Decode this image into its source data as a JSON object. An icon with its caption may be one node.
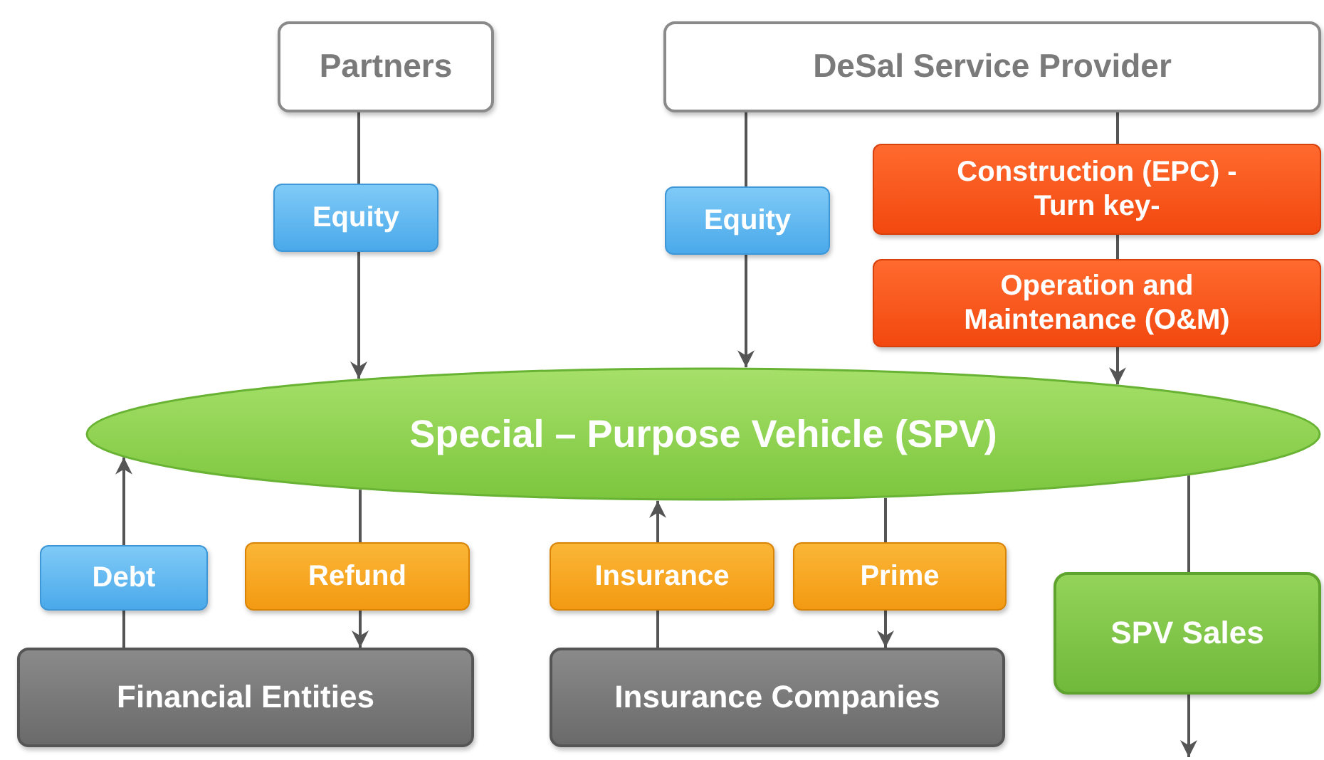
{
  "diagram": {
    "nodes": [
      {
        "text": [
          "Partners"
        ]
      },
      {
        "text": [
          "DeSal Service Provider"
        ]
      },
      {
        "text": [
          "Equity"
        ]
      },
      {
        "text": [
          "Equity"
        ]
      },
      {
        "text": [
          "Construction (EPC) -Turn key-"
        ]
      },
      {
        "text": [
          "Operation and Maintenance (O&M)"
        ]
      },
      {
        "text": [
          "Special – Purpose Vehicle (SPV)"
        ]
      },
      {
        "text": [
          "Debt"
        ]
      },
      {
        "text": [
          "Refund"
        ]
      },
      {
        "text": [
          "Insurance"
        ]
      },
      {
        "text": [
          "Prime"
        ]
      },
      {
        "text": [
          "Financial Entities"
        ]
      },
      {
        "text": [
          "Insurance Companies"
        ]
      },
      {
        "text": [
          "SPV Sales"
        ]
      }
    ],
    "edges": [
      {
        "from": 0,
        "to": 2,
        "arrow": "none"
      },
      {
        "from": 2,
        "to": 6,
        "arrow": "to"
      },
      {
        "from": 1,
        "to": 3,
        "arrow": "none"
      },
      {
        "from": 3,
        "to": 6,
        "arrow": "to"
      },
      {
        "from": 1,
        "to": 4,
        "arrow": "none"
      },
      {
        "from": 4,
        "to": 5,
        "arrow": "none"
      },
      {
        "from": 5,
        "to": 6,
        "arrow": "to"
      },
      {
        "from": 11,
        "to": 7,
        "arrow": "none"
      },
      {
        "from": 7,
        "to": 6,
        "arrow": "to"
      },
      {
        "from": 6,
        "to": 8,
        "arrow": "none"
      },
      {
        "from": 8,
        "to": 11,
        "arrow": "to"
      },
      {
        "from": 12,
        "to": 9,
        "arrow": "none"
      },
      {
        "from": 9,
        "to": 6,
        "arrow": "to"
      },
      {
        "from": 6,
        "to": 10,
        "arrow": "none"
      },
      {
        "from": 10,
        "to": 12,
        "arrow": "to"
      },
      {
        "from": 6,
        "to": 13,
        "arrow": "none"
      },
      {
        "from": 13,
        "to": null,
        "arrow": "to"
      }
    ]
  }
}
